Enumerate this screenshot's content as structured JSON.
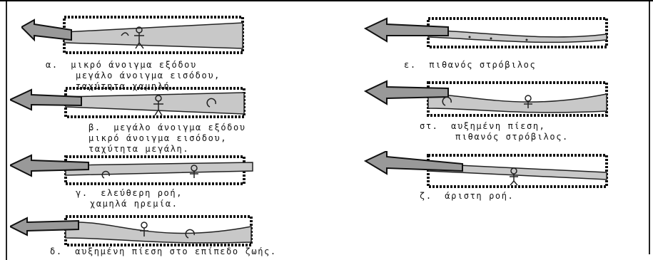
{
  "panels": [
    {
      "key": "a",
      "caption": [
        "α.  μικρό άνοιγμα εξόδου",
        "μεγάλο άνοιγμα εισόδου,",
        "ταχύτητα χαμηλή."
      ]
    },
    {
      "key": "b",
      "caption": [
        "β.  μεγάλο άνοιγμα εξόδου",
        "μικρό άνοιγμα εισόδου,",
        "ταχύτητα μεγάλη."
      ]
    },
    {
      "key": "c",
      "caption": [
        "γ.  ελεύθερη ροή,",
        "χαμηλά ηρεμία."
      ]
    },
    {
      "key": "d",
      "caption": [
        "δ.  αυξημένη πίεση στο επίπεδο ζωής."
      ]
    },
    {
      "key": "e",
      "caption": [
        "ε.  πιθανός στρόβιλος"
      ]
    },
    {
      "key": "st",
      "caption": [
        "στ.  αυξημένη πίεση,",
        "πιθανός στρόβιλος."
      ]
    },
    {
      "key": "z",
      "caption": [
        "ζ.  άριστη ροή."
      ]
    }
  ]
}
